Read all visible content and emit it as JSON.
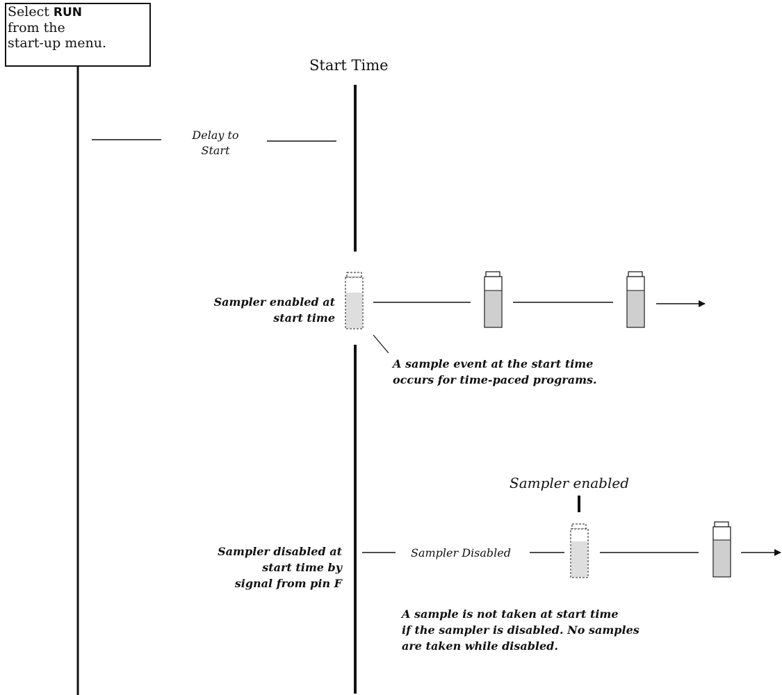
{
  "start_box": {
    "line1": "Select ",
    "keyword": "RUN",
    "line2": "from the",
    "line3": "start-up menu."
  },
  "start_time_label": "Start Time",
  "delay": {
    "line1": "Delay to",
    "line2": "Start"
  },
  "scenario_enabled": {
    "label_line1": "Sampler enabled at",
    "label_line2": "start time",
    "note_line1": "A sample event at the start time",
    "note_line2": "occurs for time-paced programs."
  },
  "scenario_disabled": {
    "label_line1": "Sampler disabled at",
    "label_line2": "start time by",
    "label_line3": "signal from pin F",
    "disabled_label": "Sampler Disabled",
    "enabled_label": "Sampler enabled",
    "note_line1": "A sample is not taken at start time",
    "note_line2": "if the sampler is disabled. No samples",
    "note_line3": "are taken while disabled."
  },
  "colors": {
    "line": "#111111",
    "bottle_fill": "#cfcfcf",
    "bottle_fill_light": "#dedede"
  }
}
